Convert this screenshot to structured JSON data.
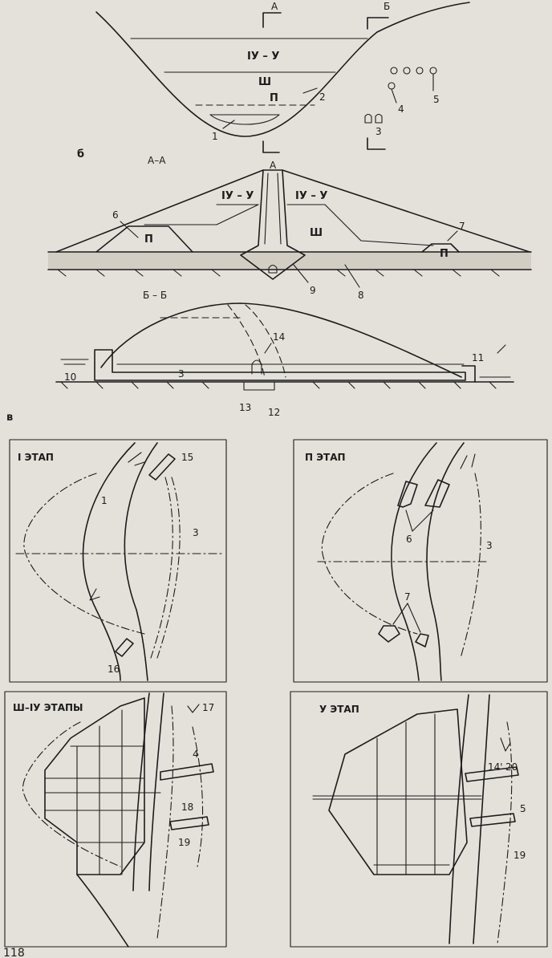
{
  "diagram_a": {
    "section_a": "А",
    "section_b": "Б",
    "stage_45": "IУ – У",
    "stage_3": "Ш",
    "stage_2": "П",
    "n1": "1",
    "n2": "2",
    "n3": "3",
    "n4": "4",
    "n5": "5"
  },
  "diagram_b": {
    "panel_letter": "б",
    "section_title": "А–А",
    "section_a": "А",
    "stage_45_left": "IУ – У",
    "stage_45_right": "IУ – У",
    "stage_3": "Ш",
    "stage_2_left": "П",
    "stage_2_right": "П",
    "n6": "6",
    "n7": "7",
    "n8": "8",
    "n9": "9"
  },
  "diagram_bb": {
    "section_title": "Б – Б",
    "n3": "3",
    "n10": "10",
    "n11": "11",
    "n12": "12",
    "n13": "13",
    "n14": "14"
  },
  "diagram_v": {
    "panel_letter": "в",
    "stage1": {
      "title": "I ЭТАП",
      "n1": "1",
      "n3": "3",
      "n15": "15",
      "n16": "16"
    },
    "stage2": {
      "title": "П ЭТАП",
      "n3": "3",
      "n6": "6",
      "n7": "7"
    },
    "stage34": {
      "title": "Ш–IУ ЭТАПЫ",
      "n4": "4",
      "n17": "17",
      "n18": "18",
      "n19": "19"
    },
    "stage5": {
      "title": "У ЭТАП",
      "n5": "5",
      "n14": "14'",
      "n19": "19",
      "n20": "20"
    }
  },
  "page_number": "118"
}
